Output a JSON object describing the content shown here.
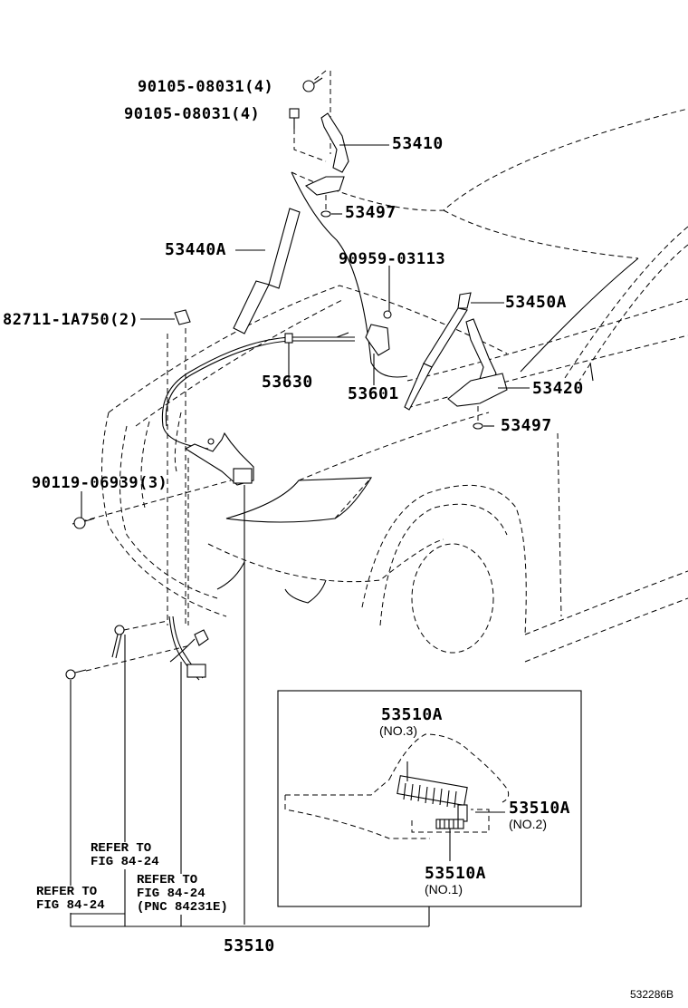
{
  "figure": {
    "code": "532286B",
    "parts": {
      "bolt_top_1": "90105-08031(4)",
      "bolt_top_2": "90105-08031(4)",
      "hinge_lh": "53410",
      "washer_top": "53497",
      "support_rod_lh": "53440A",
      "clip": "82711-1A750(2)",
      "cushion_pin": "90959-03113",
      "support_rod_rh": "53450A",
      "release_cable": "53630",
      "hood_lock_bracket": "53601",
      "hinge_rh": "53420",
      "washer_bottom": "53497",
      "bolt_lock": "90119-06939(3)",
      "hood_lock": "53510"
    },
    "inset": {
      "spring_no3": {
        "part": "53510A",
        "note": "(NO.3)"
      },
      "spring_no2": {
        "part": "53510A",
        "note": "(NO.2)"
      },
      "spring_no1": {
        "part": "53510A",
        "note": "(NO.1)"
      }
    },
    "references": {
      "ref_left": "REFER TO\nFIG 84-24",
      "ref_middle": "REFER TO\nFIG 84-24",
      "ref_right": "REFER TO\nFIG 84-24\n(PNC 84231E)"
    }
  }
}
